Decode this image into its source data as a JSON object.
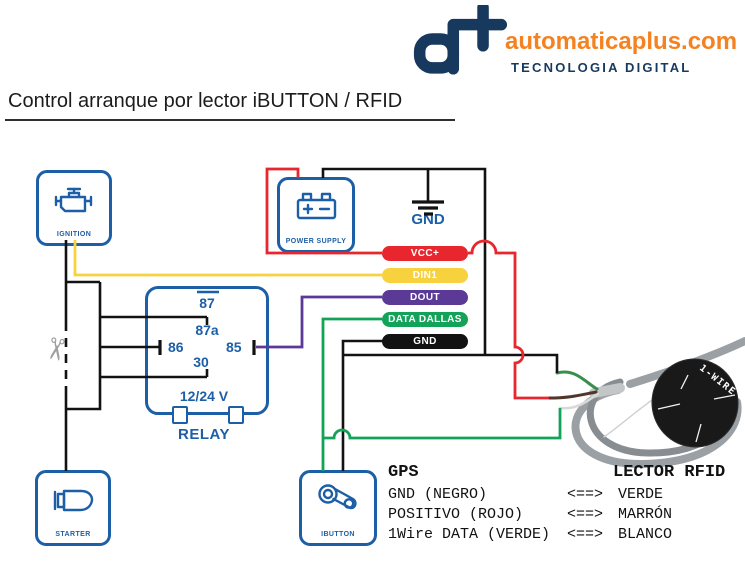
{
  "header": {
    "logo_glyph": "a+",
    "brand": "automaticaplus.com",
    "tagline": "TECNOLOGIA DIGITAL"
  },
  "title": "Control arranque por lector iBUTTON / RFID",
  "devices": {
    "ignition": "IGNITION",
    "power_supply": "POWER SUPPLY",
    "starter": "STARTER",
    "ibutton": "IBUTTON"
  },
  "ground": {
    "label": "GND"
  },
  "relay": {
    "label": "RELAY",
    "voltage": "12/24 V",
    "pin_87": "87",
    "pin_87a": "87a",
    "pin_86": "86",
    "pin_85": "85",
    "pin_30": "30"
  },
  "tracker_pins": {
    "vcc": {
      "label": "VCC+",
      "color": "#e8262d"
    },
    "din1": {
      "label": "DIN1",
      "color": "#f7d23e"
    },
    "dout": {
      "label": "DOUT",
      "color": "#5a3a96"
    },
    "data_dallas": {
      "label": "DATA DALLAS",
      "color": "#12a258"
    },
    "gnd": {
      "label": "GND",
      "color": "#121212"
    }
  },
  "rfid_reader": {
    "label": "1-WIRE"
  },
  "cut_mark": {
    "scissors_icon": "✂"
  },
  "wiring_table": {
    "left_header": "GPS",
    "right_header": "LECTOR RFID",
    "rows": [
      {
        "gps": "GND (NEGRO)",
        "arrow": "<==>",
        "rfid": "VERDE"
      },
      {
        "gps": "POSITIVO (ROJO)",
        "arrow": "<==>",
        "rfid": "MARRÓN"
      },
      {
        "gps": "1Wire DATA (VERDE)",
        "arrow": "<==>",
        "rfid": "BLANCO"
      }
    ]
  },
  "colors": {
    "box_blue": "#1d5fa7",
    "logo_navy": "#17395e",
    "logo_orange": "#f58220",
    "wire_red": "#e8262d",
    "wire_yellow": "#f7d23e",
    "wire_purple": "#5a3a96",
    "wire_green": "#12a258",
    "wire_black": "#121212"
  }
}
